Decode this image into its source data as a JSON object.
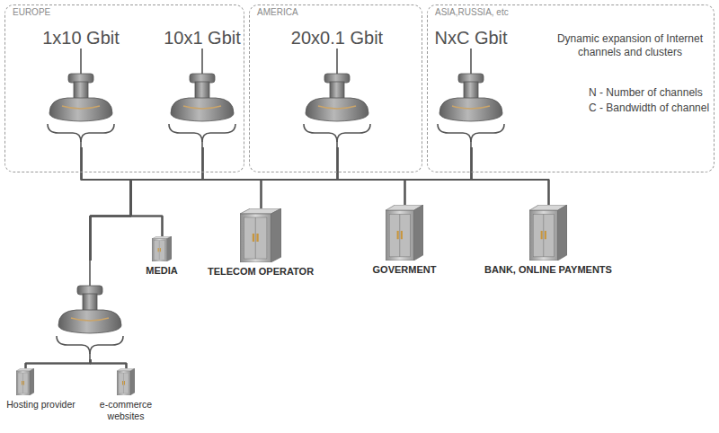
{
  "diagram": {
    "nodes": [
      {
        "text": [
          "EUROPE"
        ]
      },
      {
        "text": [
          "1x10 Gbit"
        ],
        "in": 0
      },
      {
        "text": [
          "10x1 Gbit"
        ],
        "in": 0
      },
      {
        "text": [
          "AMERICA"
        ]
      },
      {
        "text": [
          "20x0.1 Gbit"
        ],
        "in": 3
      },
      {
        "text": [
          "ASIA,RUSSIA, etc"
        ]
      },
      {
        "text": [
          "NxC Gbit"
        ],
        "in": 5
      },
      {
        "text": [
          "MEDIA"
        ]
      },
      {
        "text": [
          "TELECOM OPERATOR"
        ]
      },
      {
        "text": [
          "GOVERMENT"
        ]
      },
      {
        "text": [
          "BANK, ONLINE PAYMENTS"
        ]
      },
      {
        "text": [
          "Hosting provider"
        ]
      },
      {
        "text": [
          "e-commerce websites"
        ]
      }
    ],
    "edges": [
      {
        "from": 1,
        "to": 7,
        "arrow": "none"
      },
      {
        "from": 1,
        "to": 8,
        "arrow": "none"
      },
      {
        "from": 1,
        "to": 9,
        "arrow": "none"
      },
      {
        "from": 1,
        "to": 10,
        "arrow": "none"
      },
      {
        "from": 1,
        "to": 11,
        "arrow": "none"
      },
      {
        "from": 1,
        "to": 12,
        "arrow": "none"
      },
      {
        "from": 2,
        "to": 7,
        "arrow": "none"
      },
      {
        "from": 2,
        "to": 8,
        "arrow": "none"
      },
      {
        "from": 2,
        "to": 9,
        "arrow": "none"
      },
      {
        "from": 2,
        "to": 10,
        "arrow": "none"
      },
      {
        "from": 2,
        "to": 11,
        "arrow": "none"
      },
      {
        "from": 2,
        "to": 12,
        "arrow": "none"
      },
      {
        "from": 4,
        "to": 7,
        "arrow": "none"
      },
      {
        "from": 4,
        "to": 8,
        "arrow": "none"
      },
      {
        "from": 4,
        "to": 9,
        "arrow": "none"
      },
      {
        "from": 4,
        "to": 10,
        "arrow": "none"
      },
      {
        "from": 4,
        "to": 11,
        "arrow": "none"
      },
      {
        "from": 4,
        "to": 12,
        "arrow": "none"
      },
      {
        "from": 6,
        "to": 7,
        "arrow": "none"
      },
      {
        "from": 6,
        "to": 8,
        "arrow": "none"
      },
      {
        "from": 6,
        "to": 9,
        "arrow": "none"
      },
      {
        "from": 6,
        "to": 10,
        "arrow": "none"
      },
      {
        "from": 6,
        "to": 11,
        "arrow": "none"
      },
      {
        "from": 6,
        "to": 12,
        "arrow": "none"
      }
    ],
    "labels": [
      "Dynamic expansion of Internet channels and clusters",
      "N - Number of channels",
      "C - Bandwidth of channel"
    ]
  }
}
